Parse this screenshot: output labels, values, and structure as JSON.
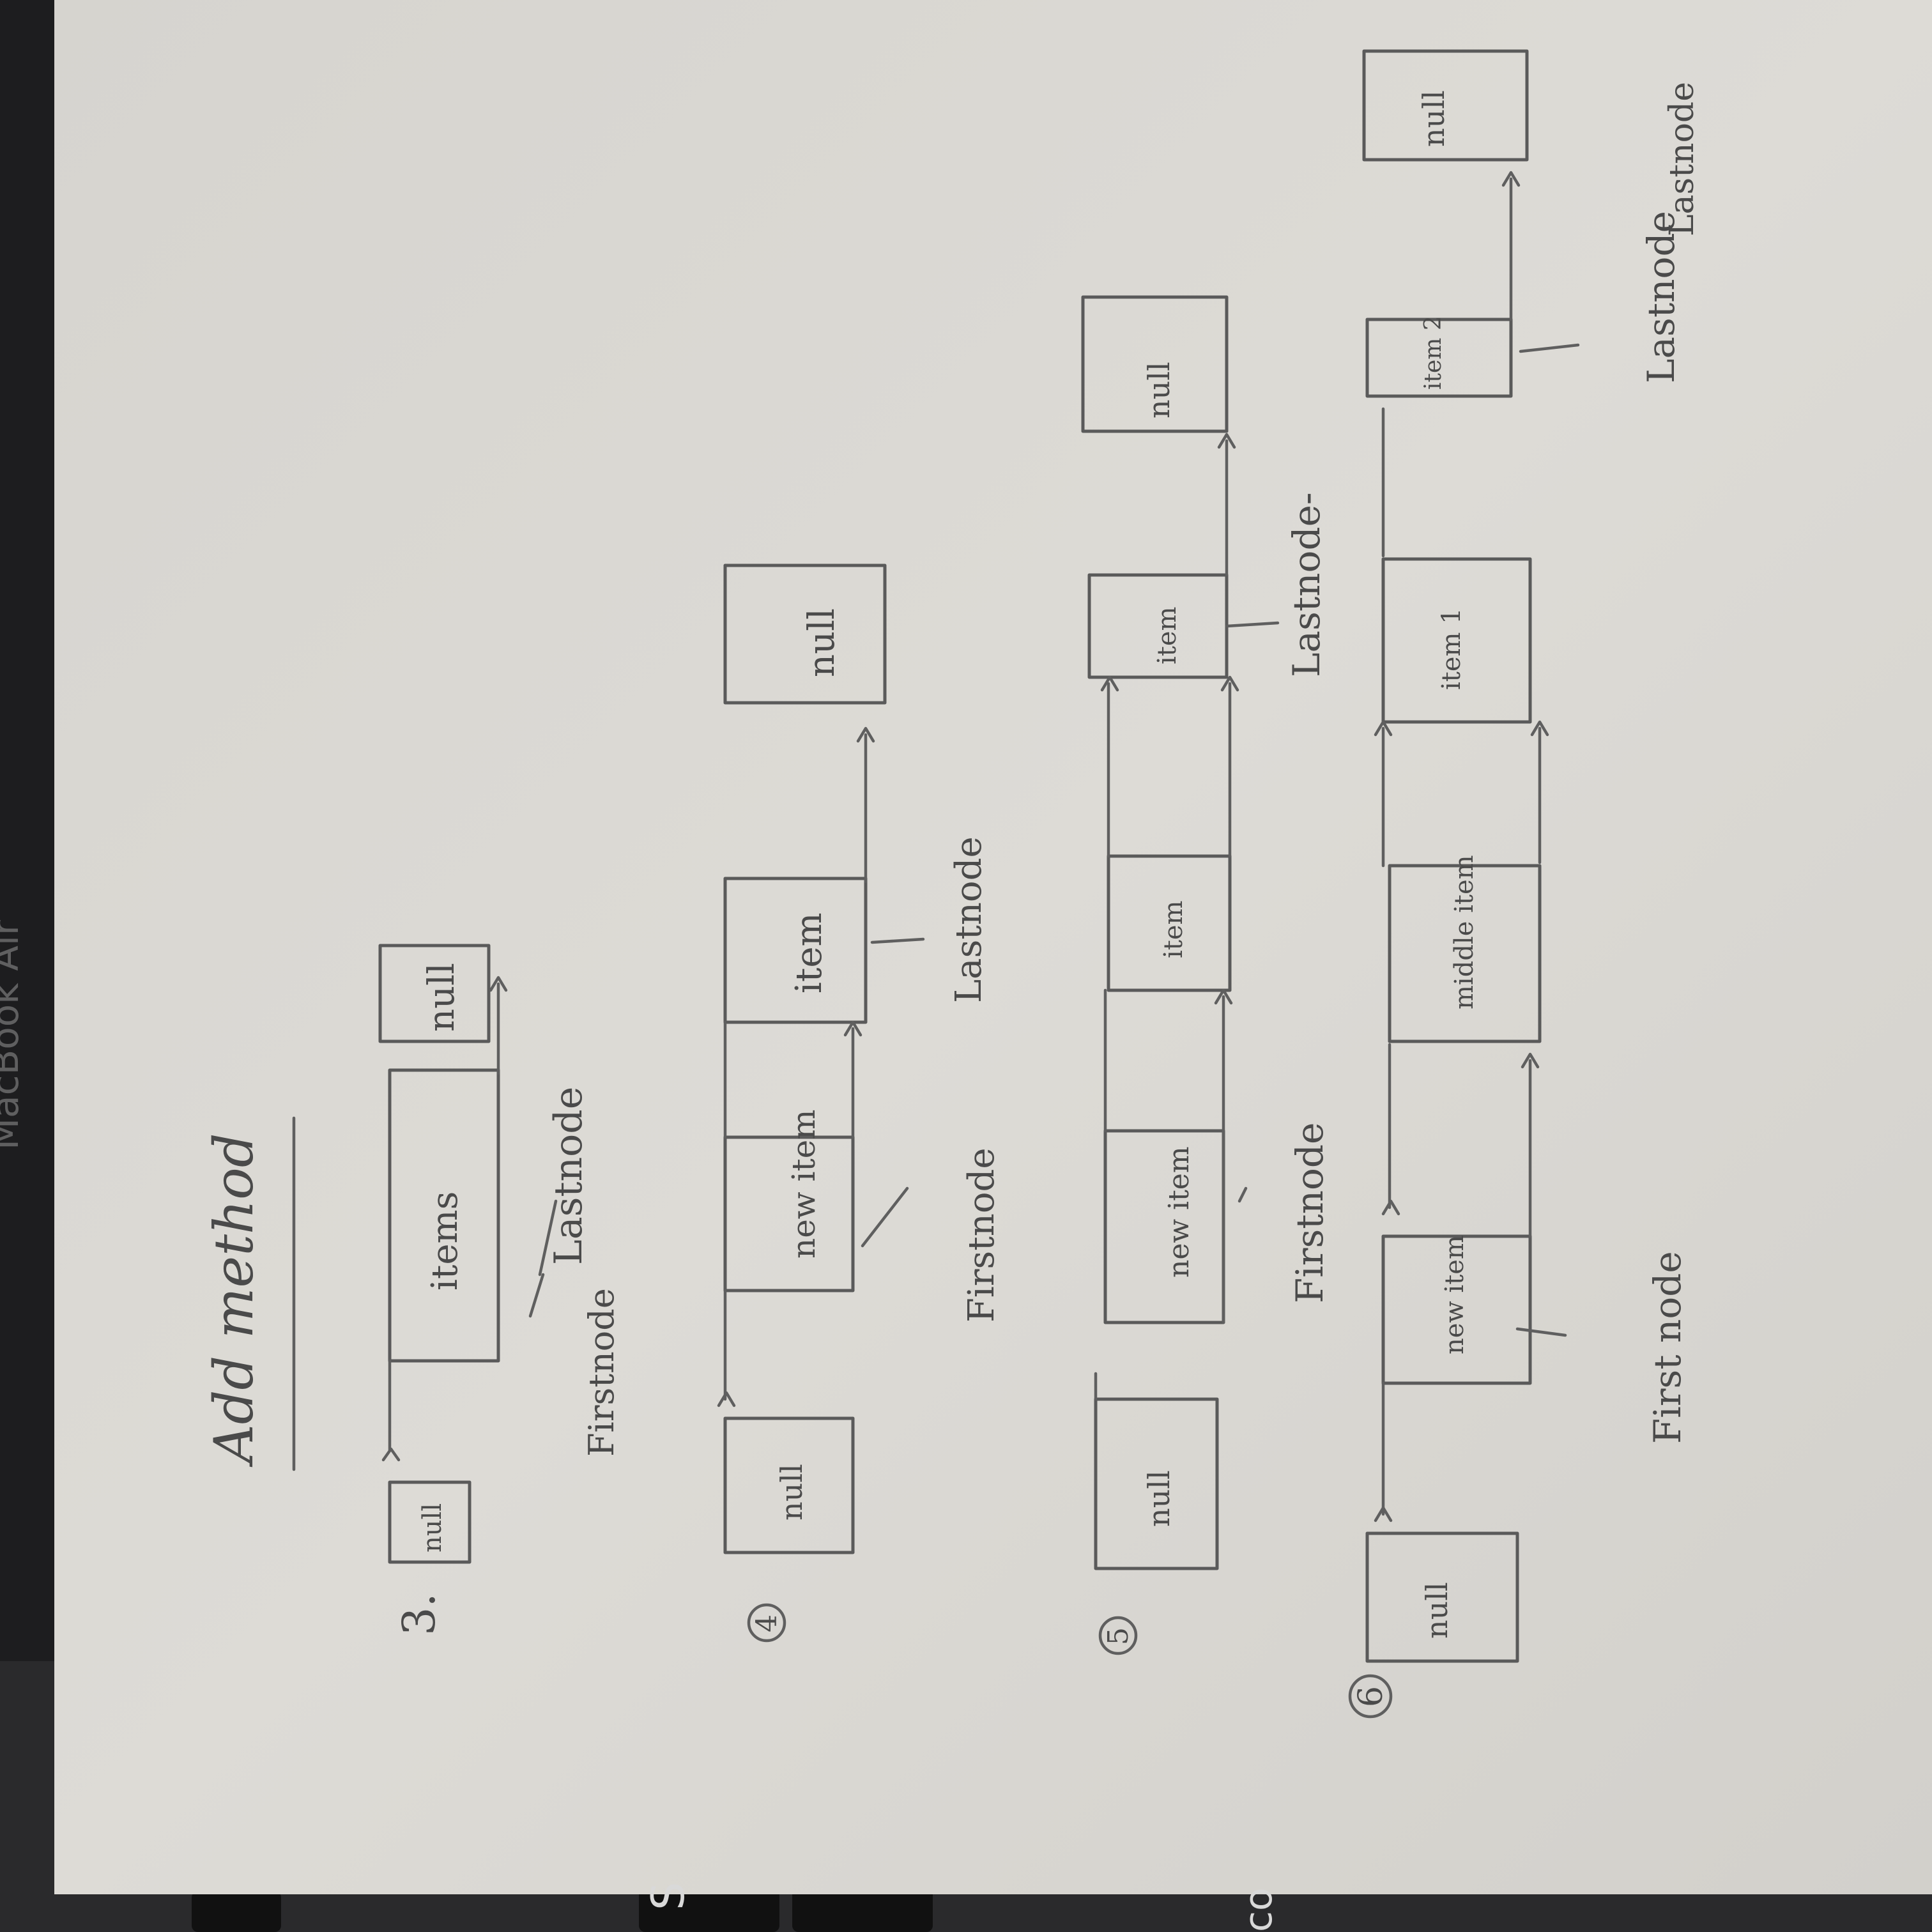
{
  "laptop": {
    "brand": "MacBook Air",
    "keys": [
      "S",
      "co"
    ]
  },
  "page": {
    "title": "Add method",
    "steps": [
      {
        "number": "3.",
        "nodes": [
          "null",
          "items",
          "null"
        ],
        "labels": {
          "first": "Firstnode",
          "last": "Lastnode"
        }
      },
      {
        "number": "4",
        "nodes": [
          "null",
          "new item",
          "item",
          "null"
        ],
        "labels": {
          "first": "Firstnode",
          "last": "Lastnode"
        }
      },
      {
        "number": "5",
        "nodes": [
          "null",
          "new item",
          "item",
          "item",
          "null"
        ],
        "labels": {
          "first": "Firstnode",
          "last": "Lastnode-"
        }
      },
      {
        "number": "6",
        "nodes": [
          "null",
          "new item",
          "middle item",
          "item 1",
          "item 2",
          "null"
        ],
        "labels": {
          "first": "First node",
          "last": "Lastnode"
        }
      }
    ]
  },
  "colors": {
    "paper": "#dcdad5",
    "ink": "#4a4a4a",
    "laptop": "#1d1d1f"
  }
}
